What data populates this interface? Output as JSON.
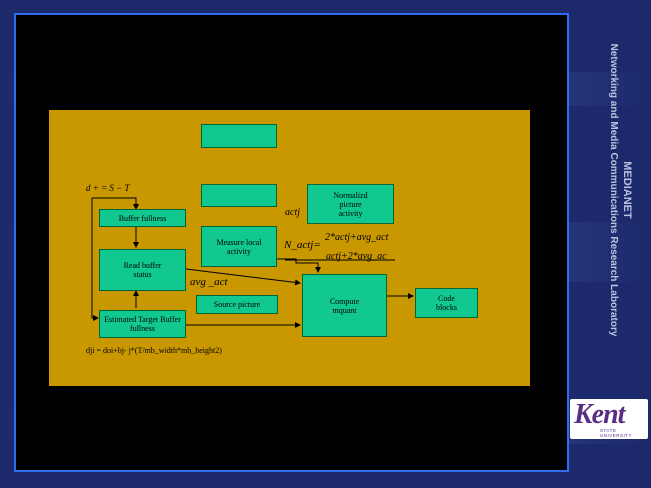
{
  "sidebar": {
    "org": "MEDIANET",
    "lab": "Networking and Media Communications Research Laboratory"
  },
  "logo": {
    "word": "Kent",
    "sub": "STATE UNIVERSITY"
  },
  "diagram": {
    "labels": {
      "d_eq": "d + = S − T",
      "actj": "actj",
      "avg_act": "avg _act",
      "n_act_lhs": "N_actj=",
      "n_act_num": "2*actj+avg_act",
      "n_act_den": "actj+2*avg_ac",
      "dji_eq": "dji = doi+bj- j*(T/mb_width*mb_height2)"
    },
    "boxes": {
      "buffer_fullness": "Buffer fullness",
      "read_buffer": "Read buffer status",
      "estimated_target": "Estimated Target Buffer fullness",
      "measure_local": "Measure local activity",
      "normalized": "Normalizd picture activity",
      "source_picture": "Source picture",
      "compute_mquant": "Compute mquant",
      "code_blocks": "Code blocks"
    }
  }
}
